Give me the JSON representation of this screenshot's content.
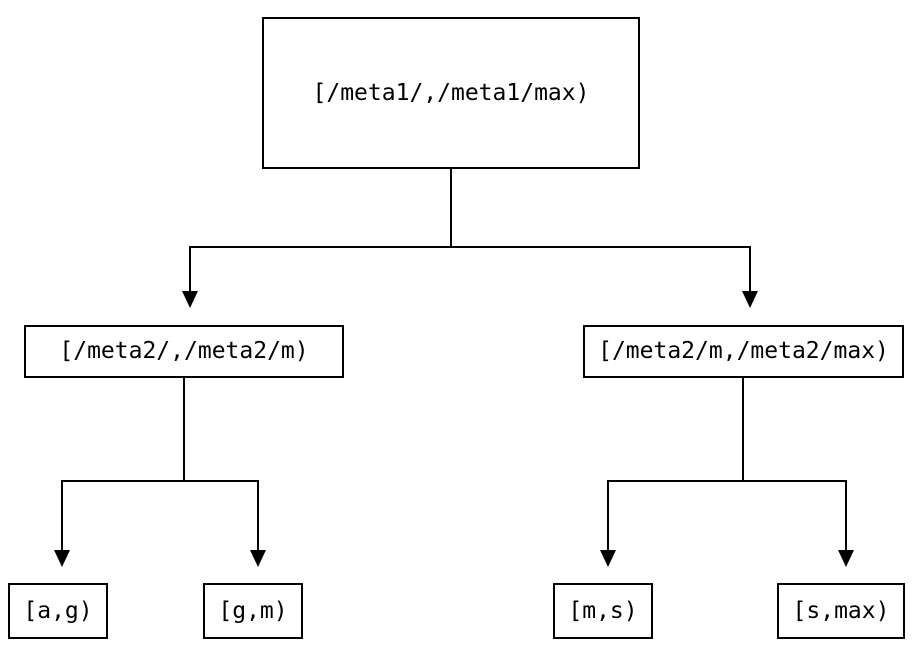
{
  "diagram": {
    "type": "tree",
    "background_color": "#ffffff",
    "line_color": "#000000",
    "box_border_color": "#000000",
    "text_color": "#000000",
    "nodes": {
      "root": {
        "label": "[/meta1/,/meta1/max)"
      },
      "left_mid": {
        "label": "[/meta2/,/meta2/m)"
      },
      "right_mid": {
        "label": "[/meta2/m,/meta2/max)"
      },
      "leaf_ag": {
        "label": "[a,g)"
      },
      "leaf_gm": {
        "label": "[g,m)"
      },
      "leaf_ms": {
        "label": "[m,s)"
      },
      "leaf_smax": {
        "label": "[s,max)"
      }
    },
    "edges": [
      {
        "from": "root",
        "to": "left_mid"
      },
      {
        "from": "root",
        "to": "right_mid"
      },
      {
        "from": "left_mid",
        "to": "leaf_ag"
      },
      {
        "from": "left_mid",
        "to": "leaf_gm"
      },
      {
        "from": "right_mid",
        "to": "leaf_ms"
      },
      {
        "from": "right_mid",
        "to": "leaf_smax"
      }
    ]
  }
}
